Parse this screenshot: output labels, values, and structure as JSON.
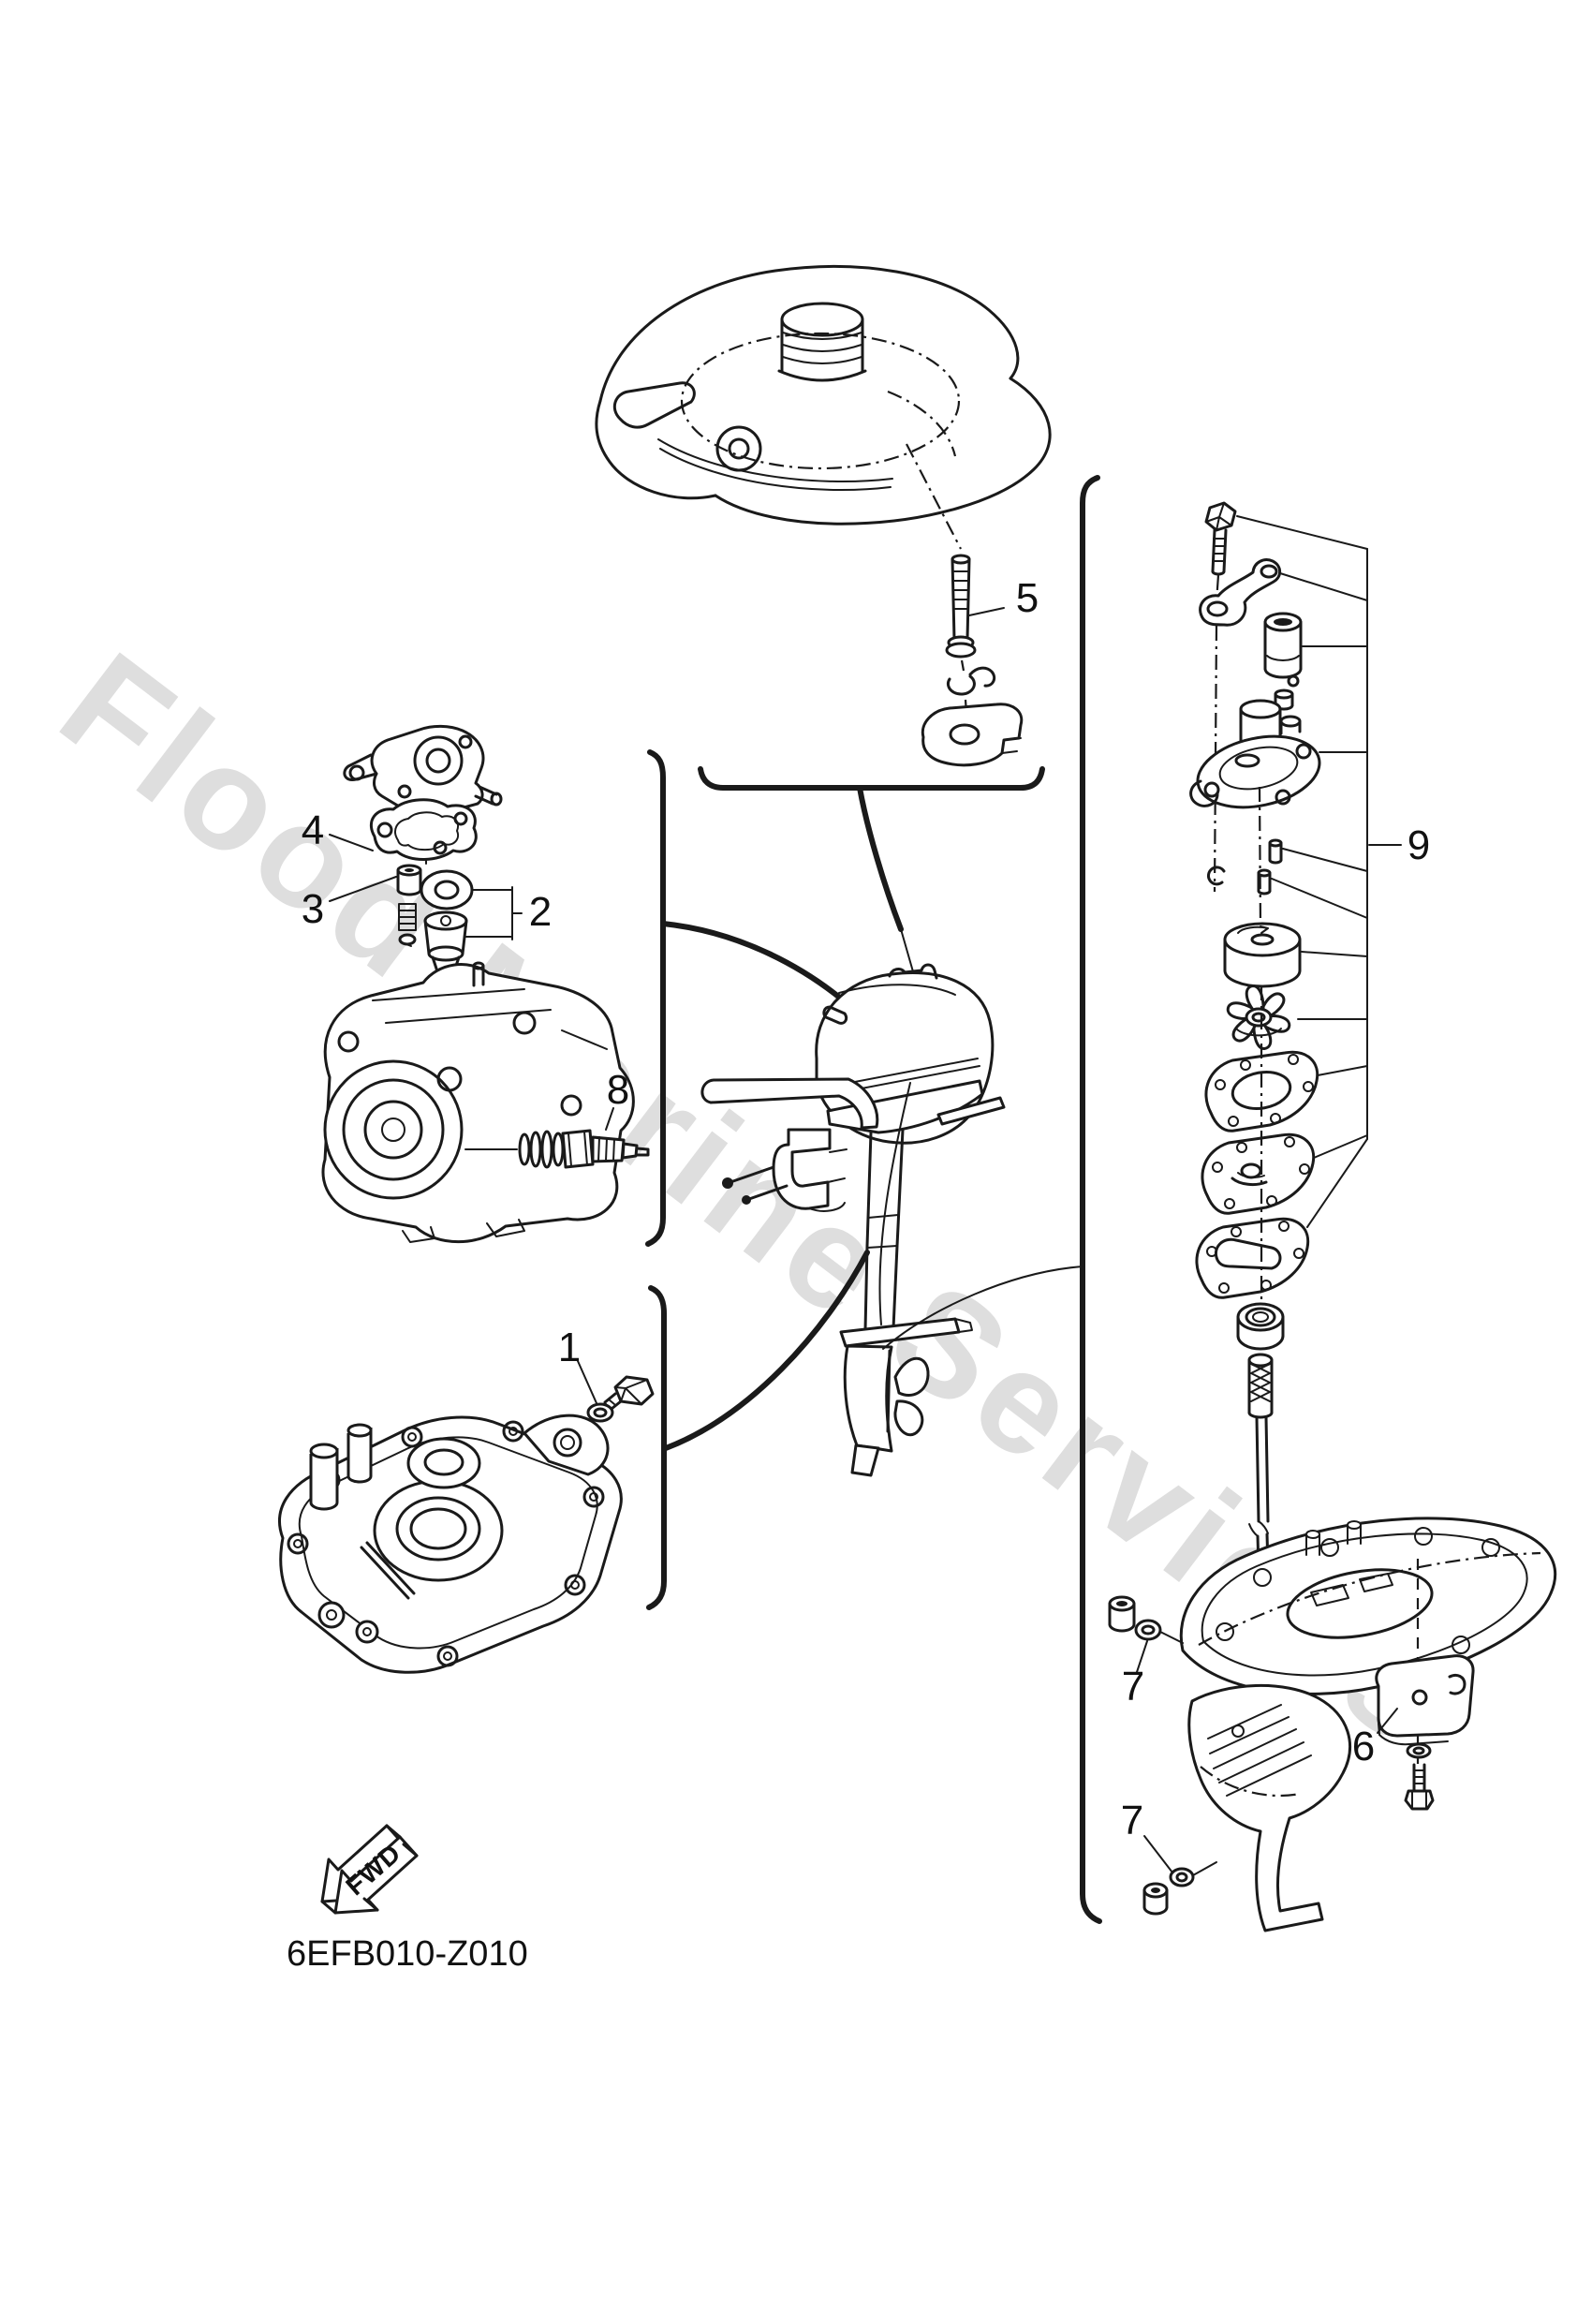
{
  "page": {
    "background": "#ffffff",
    "line_color": "#1a1a1a",
    "text_color": "#111111"
  },
  "watermark": {
    "text": "Flood Marine Services",
    "color": "#dedede"
  },
  "footer": {
    "diagram_code": "6EFB010-Z010"
  },
  "fwd_marker": {
    "label": "FWD"
  },
  "callouts": {
    "part1": "1",
    "part2": "2",
    "part3": "3",
    "part4": "4",
    "part5": "5",
    "part6": "6",
    "part7_upper": "7",
    "part7_lower": "7",
    "part8": "8",
    "part9": "9"
  }
}
